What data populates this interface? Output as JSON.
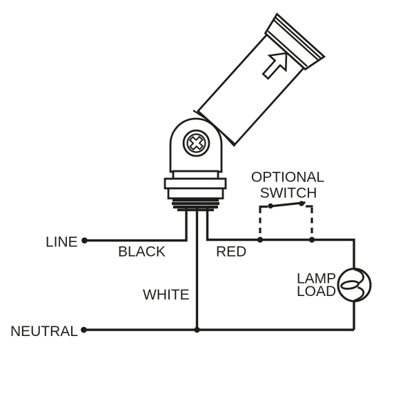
{
  "colors": {
    "ink": "#1d1d1b",
    "background": "#ffffff"
  },
  "labels": {
    "line": "LINE",
    "neutral": "NEUTRAL",
    "black_wire": "BLACK",
    "white_wire": "WHITE",
    "red_wire": "RED",
    "optional_switch_line1": "OPTIONAL",
    "optional_switch_line2": "SWITCH",
    "lamp_load_line1": "LAMP",
    "lamp_load_line2": "LOAD"
  },
  "icons": {
    "direction_arrow": "arrow-up-right",
    "phillips_screw": "phillips-cross-screw",
    "lamp_symbol": "circle-with-filament"
  }
}
